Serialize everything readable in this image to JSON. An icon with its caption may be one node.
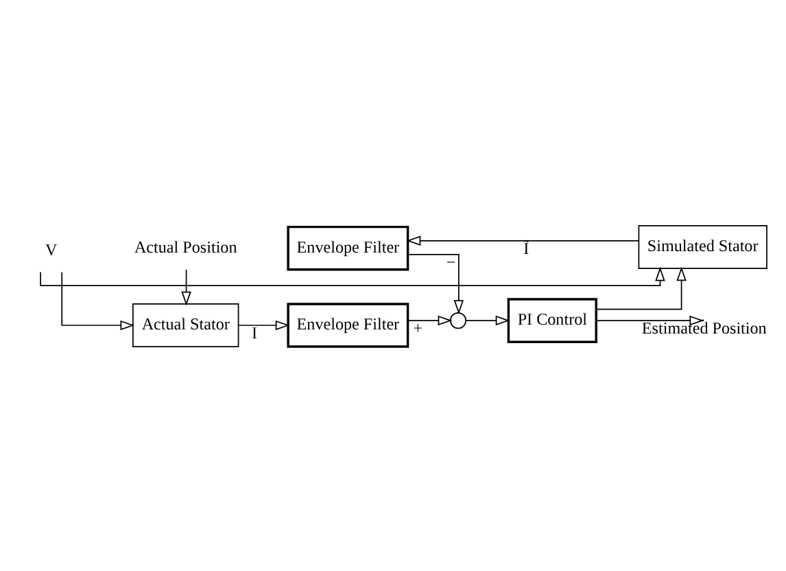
{
  "diagram": {
    "nodes": [
      {
        "text": [
          "Actual Stator"
        ]
      },
      {
        "text": [
          "Actual Position"
        ]
      },
      {
        "text": [
          "Envelope Filter"
        ]
      },
      {
        "text": [
          "Envelope Filter"
        ]
      },
      {
        "text": [],
        "shape": "circle"
      },
      {
        "text": [
          "PI Control"
        ]
      },
      {
        "text": [
          "Simulated Stator"
        ]
      },
      {
        "text": [
          "V"
        ]
      }
    ],
    "edges": [
      {
        "from": 7,
        "to": 0,
        "arrow": "to"
      },
      {
        "from": 7,
        "to": 6,
        "arrow": "to"
      },
      {
        "from": 1,
        "to": 0,
        "arrow": "to"
      },
      {
        "from": 0,
        "to": 2,
        "arrow": "to",
        "label": "I"
      },
      {
        "from": 6,
        "to": 3,
        "arrow": "to",
        "label": "Ĩ"
      },
      {
        "from": 2,
        "to": 4,
        "arrow": "to",
        "label": "+"
      },
      {
        "from": 3,
        "to": 4,
        "arrow": "to",
        "label": "−"
      },
      {
        "from": 4,
        "to": 5,
        "arrow": "to"
      },
      {
        "from": 5,
        "to": null,
        "arrow": "to",
        "label": "Estimated Position"
      },
      {
        "from": 5,
        "to": 6,
        "arrow": "to"
      }
    ]
  }
}
